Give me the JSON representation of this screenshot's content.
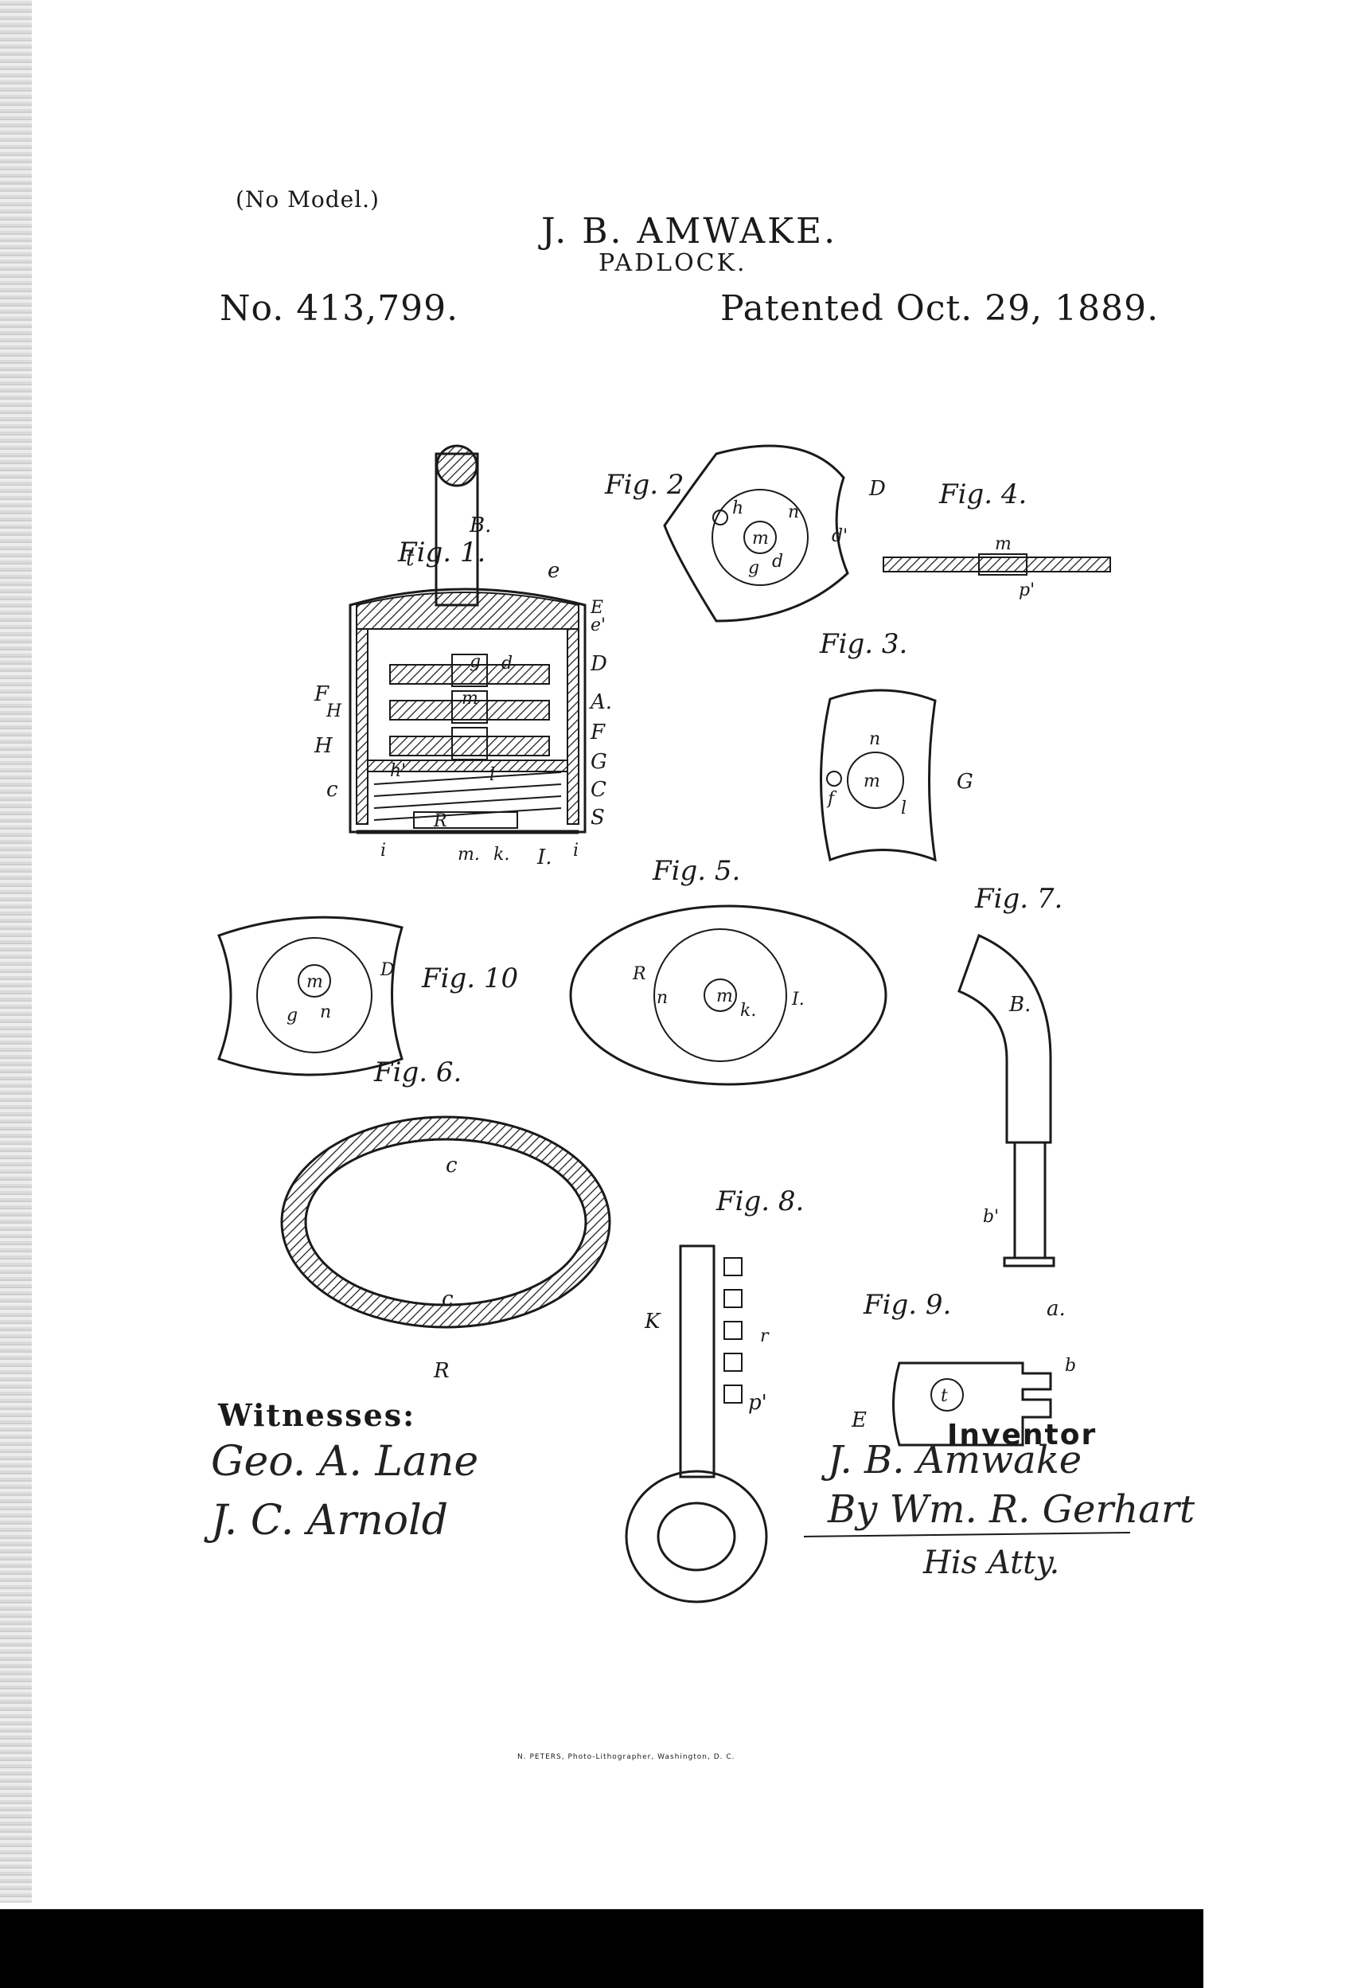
{
  "header": {
    "no_model": "(No Model.)",
    "inventor_name": "J. B. AMWAKE.",
    "title": "PADLOCK.",
    "patent_number": "No. 413,799.",
    "patent_date": "Patented Oct. 29, 1889."
  },
  "figures": {
    "fig1": "Fig. 1.",
    "fig2": "Fig. 2",
    "fig3": "Fig. 3.",
    "fig4": "Fig. 4.",
    "fig5": "Fig. 5.",
    "fig6": "Fig. 6.",
    "fig7": "Fig. 7.",
    "fig8": "Fig. 8.",
    "fig9": "Fig. 9.",
    "fig10": "Fig. 10"
  },
  "refs": {
    "A": "A.",
    "B": "B.",
    "C": "C",
    "D": "D",
    "E": "E",
    "F": "F",
    "G": "G",
    "H": "H",
    "I": "I.",
    "K": "K",
    "R": "R",
    "S": "S",
    "a": "a.",
    "b": "b",
    "b_prime": "b'",
    "c": "c",
    "d": "d",
    "d_prime": "d'",
    "e": "e",
    "e_prime": "e'",
    "f": "f",
    "g": "g",
    "h": "h",
    "h_prime": "h'",
    "i": "i",
    "k": "k.",
    "l": "l",
    "m": "m",
    "m_dot": "m.",
    "n": "n",
    "p_prime": "p'",
    "r": "r",
    "t": "t"
  },
  "witnesses": {
    "heading": "Witnesses:",
    "signature_1": "Geo. A. Lane",
    "signature_2": "J. C. Arnold"
  },
  "inventor": {
    "heading": "Inventor",
    "signature": "J. B. Amwake",
    "attorney": "By Wm. R. Gerhart",
    "attorney_title": "His Atty."
  },
  "footer": {
    "lithographer": "N. PETERS, Photo-Lithographer, Washington, D. C."
  }
}
